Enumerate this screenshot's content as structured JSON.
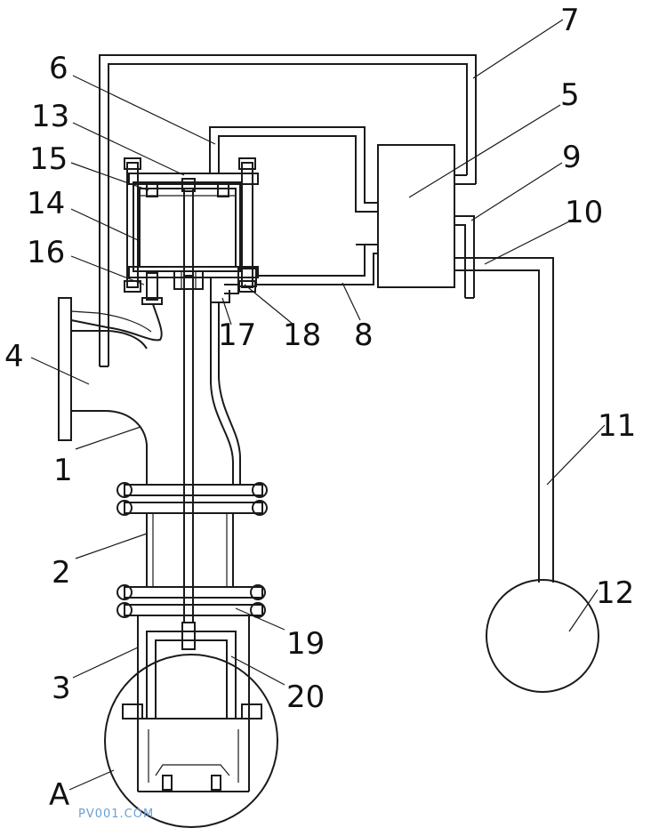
{
  "diagram": {
    "labels": [
      {
        "id": "1",
        "text": "1"
      },
      {
        "id": "2",
        "text": "2"
      },
      {
        "id": "3",
        "text": "3"
      },
      {
        "id": "4",
        "text": "4"
      },
      {
        "id": "5",
        "text": "5"
      },
      {
        "id": "6",
        "text": "6"
      },
      {
        "id": "7",
        "text": "7"
      },
      {
        "id": "8",
        "text": "8"
      },
      {
        "id": "9",
        "text": "9"
      },
      {
        "id": "10",
        "text": "10"
      },
      {
        "id": "11",
        "text": "11"
      },
      {
        "id": "12",
        "text": "12"
      },
      {
        "id": "13",
        "text": "13"
      },
      {
        "id": "14",
        "text": "14"
      },
      {
        "id": "15",
        "text": "15"
      },
      {
        "id": "16",
        "text": "16"
      },
      {
        "id": "17",
        "text": "17"
      },
      {
        "id": "18",
        "text": "18"
      },
      {
        "id": "19",
        "text": "19"
      },
      {
        "id": "20",
        "text": "20"
      },
      {
        "id": "A",
        "text": "A"
      }
    ],
    "watermark": "PV001.COM"
  }
}
